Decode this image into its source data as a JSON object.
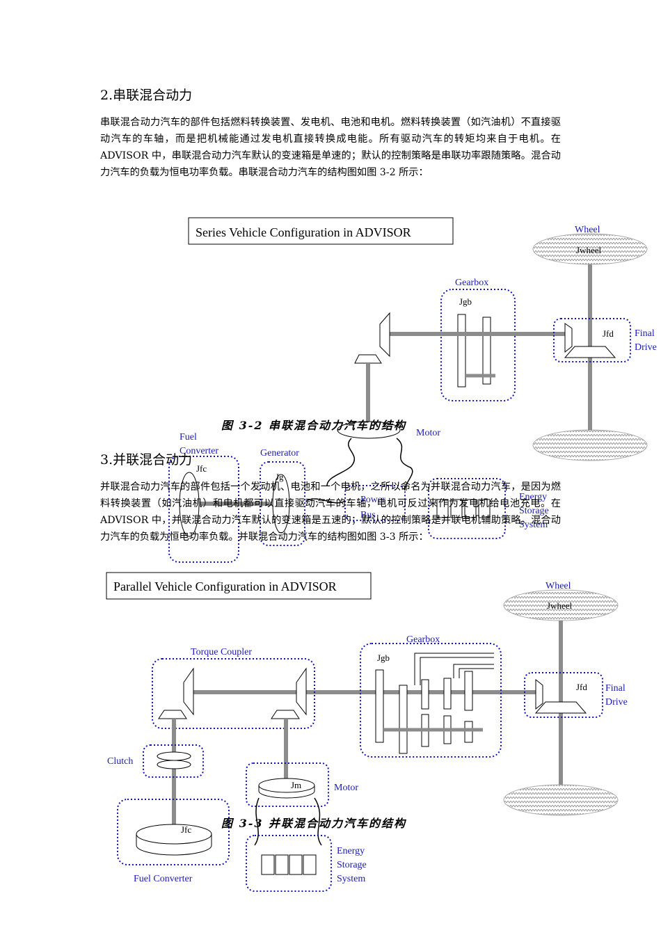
{
  "section2": {
    "heading": "2.串联混合动力",
    "paragraph": "串联混合动力汽车的部件包括燃料转换装置、发电机、电池和电机。燃料转换装置（如汽油机）不直接驱动汽车的车轴，而是把机械能通过发电机直接转换成电能。所有驱动汽车的转矩均来自于电机。在 ADVISOR 中，串联混合动力汽车默认的变速箱是单速的；默认的控制策略是串联功率跟随策略。混合动力汽车的负载为恒电功率负载。串联混合动力汽车的结构图如图 3-2 所示："
  },
  "figure1": {
    "title": "Series Vehicle Configuration in ADVISOR",
    "caption": "图 3-2  串联混合动力汽车的结构",
    "labels": {
      "wheel": "Wheel",
      "j_wheel": "Jwheel",
      "gearbox": "Gearbox",
      "j_gb": "Jgb",
      "final_drive_1": "Final",
      "final_drive_2": "Drive",
      "j_fd": "Jfd",
      "motor": "Motor",
      "fuel_converter_1": "Fuel",
      "fuel_converter_2": "Converter",
      "j_fc": "Jfc",
      "generator": "Generator",
      "j_g": "Jg",
      "power_bus_1": "Power",
      "power_bus_2": "Bus",
      "energy_storage_1": "Energy",
      "energy_storage_2": "Storage",
      "energy_storage_3": "System"
    }
  },
  "section3": {
    "heading": "3.并联混合动力",
    "paragraph": "并联混合动力汽车的部件包括一个发动机、电池和一个电机，之所以命名为并联混合动力汽车，是因为燃料转换装置（如汽油机）和电机都可以直接驱动汽车的车轴，电机可反过来作为发电机给电池充电。在 ADVISOR 中，并联混合动力汽车默认的变速箱是五速的；默认的控制策略是并联电机辅助策略。混合动力汽车的负载为恒电功率负载。并联混合动力汽车的结构图如图 3-3 所示："
  },
  "figure2": {
    "title": "Parallel Vehicle Configuration in ADVISOR",
    "caption": "图 3-3  并联混合动力汽车的结构",
    "labels": {
      "wheel": "Wheel",
      "j_wheel": "Jwheel",
      "gearbox": "Gearbox",
      "j_gb": "Jgb",
      "torque_coupler": "Torque Coupler",
      "final_drive_1": "Final",
      "final_drive_2": "Drive",
      "j_fd": "Jfd",
      "clutch": "Clutch",
      "motor": "Motor",
      "j_m": "Jm",
      "j_fc": "Jfc",
      "fuel_converter": "Fuel Converter",
      "energy_storage_1": "Energy",
      "energy_storage_2": "Storage",
      "energy_storage_3": "System"
    }
  },
  "colors": {
    "label_blue": "#1a1ab4",
    "dotted_box": "#1010b8",
    "shaft_gray": "#8c8c8c"
  }
}
